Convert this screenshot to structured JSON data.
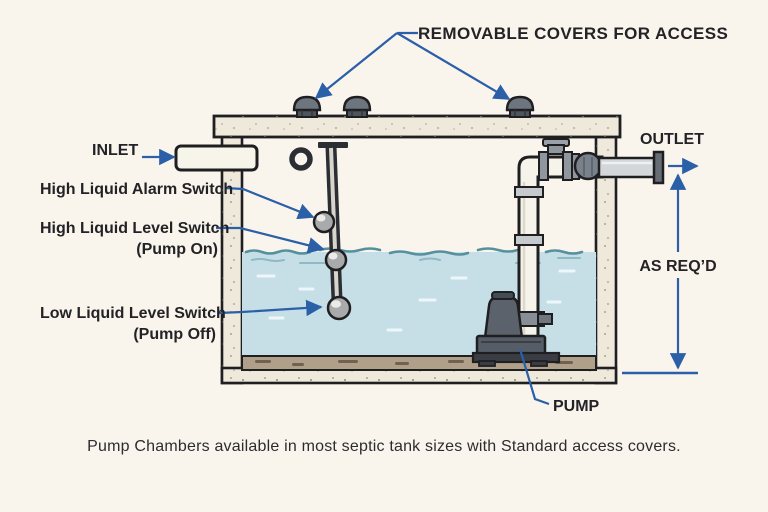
{
  "diagram": {
    "type": "pump-chamber-cross-section",
    "labels": {
      "covers": "REMOVABLE COVERS FOR ACCESS",
      "inlet": "INLET",
      "outlet": "OUTLET",
      "as_reqd": "AS REQ’D",
      "pump": "PUMP",
      "alarm_switch": "High Liquid Alarm Switch",
      "high_level_switch": "High Liquid Level Switch",
      "high_level_sub": "(Pump On)",
      "low_level_switch": "Low Liquid Level Switch",
      "low_level_sub": "(Pump Off)"
    },
    "caption": "Pump Chambers available in most septic tank sizes with Standard access covers.",
    "components": [
      "removable access covers (3 domes on tank lid)",
      "inlet pipe through left wall",
      "float switch rod with 3 float balls",
      "water with wave surface",
      "submersible pump on tank floor",
      "vertical discharge pipe with check valve and union",
      "outlet pipe through right wall",
      "vertical dimension line (as required)"
    ],
    "colors": {
      "background": "#faf5ec",
      "concrete": "#efe9db",
      "speckle": "#8d8572",
      "outline": "#1f1f22",
      "water": "#c6dfe7",
      "wave_dark": "#55909f",
      "wave_light": "#8fb9c4",
      "sediment": "#b0a089",
      "arrow_blue": "#2b5fa8",
      "pump_gray": "#565d66",
      "fitting_gray": "#8f969d",
      "pipe_white": "#f6f3ea",
      "text": "#232327"
    }
  }
}
